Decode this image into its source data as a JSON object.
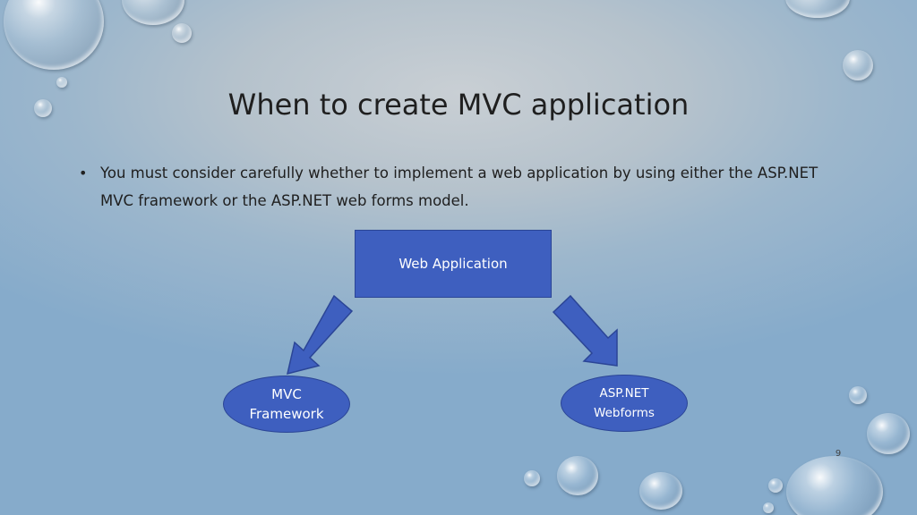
{
  "slide": {
    "title": "When to create MVC application",
    "bullet_marker": "•",
    "bullet_text": "You must consider carefully whether to implement a web application by using either the ASP.NET MVC framework or the ASP.NET web forms model.",
    "page_number": "9"
  },
  "diagram": {
    "root": "Web Application",
    "left_child": [
      "MVC",
      "Framework"
    ],
    "right_child": [
      "ASP.NET",
      "Webforms"
    ]
  },
  "colors": {
    "node_fill": "#3e5fbf",
    "node_border": "#2b4596",
    "node_text": "#ffffff",
    "title_text": "#1f1f1f"
  }
}
